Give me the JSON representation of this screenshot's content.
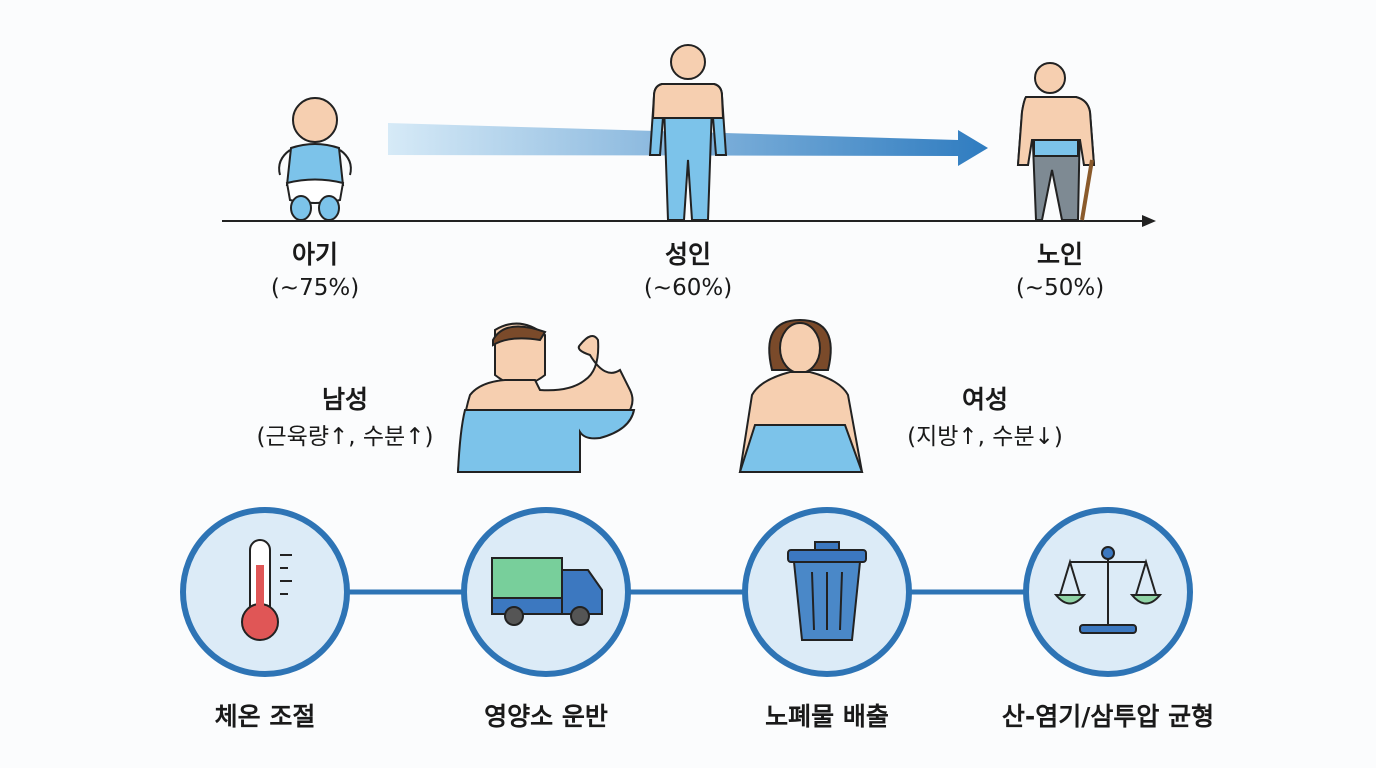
{
  "age_timeline": {
    "stages": [
      {
        "name": "아기",
        "water": "(~75%)"
      },
      {
        "name": "성인",
        "water": "(~60%)"
      },
      {
        "name": "노인",
        "water": "(~50%)"
      }
    ]
  },
  "gender": {
    "male": {
      "name": "남성",
      "note": "(근육량↑, 수분↑)"
    },
    "female": {
      "name": "여성",
      "note": "(지방↑, 수분↓)"
    }
  },
  "functions": [
    {
      "label": "체온 조절",
      "icon": "thermometer-icon"
    },
    {
      "label": "영양소 운반",
      "icon": "truck-icon"
    },
    {
      "label": "노폐물 배출",
      "icon": "trash-can-icon"
    },
    {
      "label": "산-염기/삼투압 균형",
      "icon": "balance-scale-icon"
    }
  ],
  "colors": {
    "water": "#7cc3ea",
    "skin": "#f6cfb0",
    "accent": "#2e74b5",
    "circle_fill": "#dcebf7"
  }
}
